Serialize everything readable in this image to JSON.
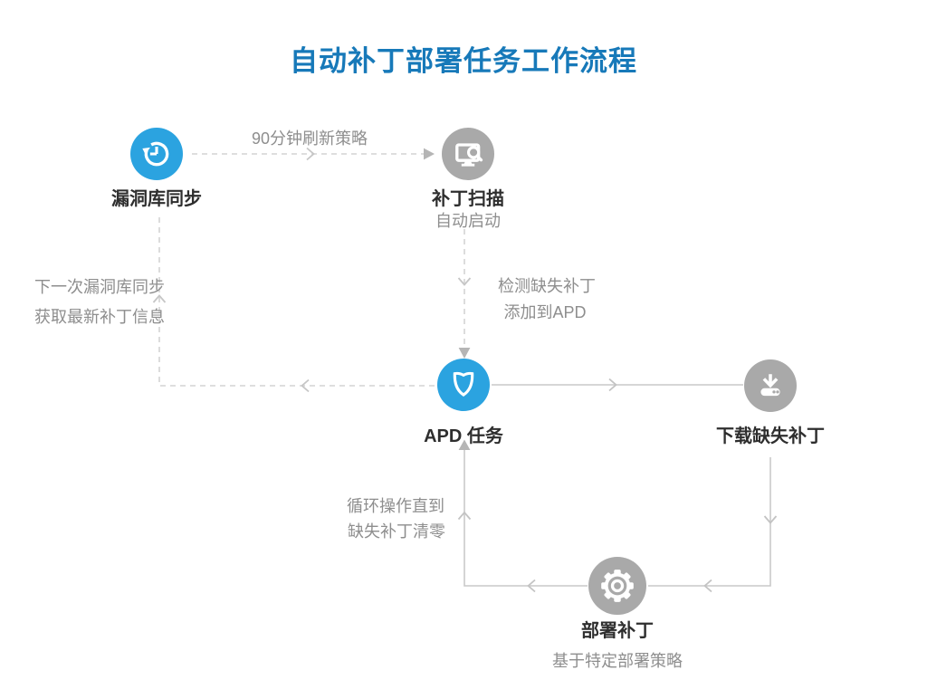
{
  "title": "自动补丁部署任务工作流程",
  "nodes": {
    "sync": {
      "label": "漏洞库同步",
      "icon": "history-sync-icon"
    },
    "scan": {
      "label": "补丁扫描",
      "sublabel": "自动启动",
      "icon": "monitor-search-icon"
    },
    "apd": {
      "label": "APD 任务",
      "icon": "shield-icon"
    },
    "download": {
      "label": "下载缺失补丁",
      "icon": "download-icon"
    },
    "deploy": {
      "label": "部署补丁",
      "sublabel": "基于特定部署策略",
      "icon": "gear-icon"
    }
  },
  "edge_labels": {
    "refresh_policy": "90分钟刷新策略",
    "detect_line1": "检测缺失补丁",
    "detect_line2": "添加到APD",
    "next_sync_line1": "下一次漏洞库同步",
    "next_sync_line2": "获取最新补丁信息",
    "loop_line1": "循环操作直到",
    "loop_line2": "缺失补丁清零"
  },
  "colors": {
    "title_blue": "#1779b9",
    "node_blue": "#2ba3e0",
    "node_gray": "#a9a9a9",
    "label_dark": "#2e2e2e",
    "text_gray": "#8e8e8e",
    "solid_line_gray": "#c9c9c9",
    "dashed_line_gray": "#d4d4d4",
    "arrowhead_gray": "#b5b5b5"
  }
}
